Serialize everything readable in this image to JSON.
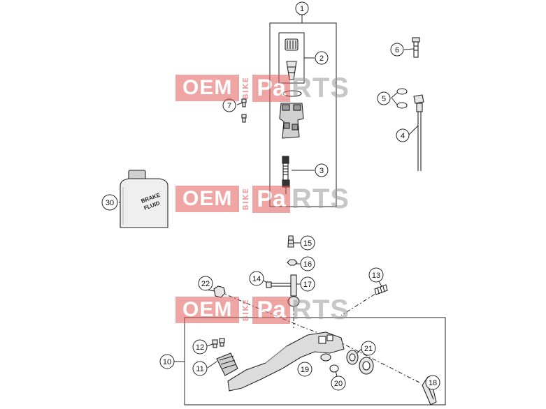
{
  "callouts": [
    {
      "id": "c1",
      "label": "1"
    },
    {
      "id": "c2",
      "label": "2"
    },
    {
      "id": "c3",
      "label": "3"
    },
    {
      "id": "c4",
      "label": "4"
    },
    {
      "id": "c5",
      "label": "5"
    },
    {
      "id": "c6",
      "label": "6"
    },
    {
      "id": "c7",
      "label": "7"
    },
    {
      "id": "c10",
      "label": "10"
    },
    {
      "id": "c11",
      "label": "11"
    },
    {
      "id": "c12",
      "label": "12"
    },
    {
      "id": "c13",
      "label": "13"
    },
    {
      "id": "c14",
      "label": "14"
    },
    {
      "id": "c15",
      "label": "15"
    },
    {
      "id": "c16",
      "label": "16"
    },
    {
      "id": "c17",
      "label": "17"
    },
    {
      "id": "c18",
      "label": "18"
    },
    {
      "id": "c19",
      "label": "19"
    },
    {
      "id": "c20",
      "label": "20"
    },
    {
      "id": "c21",
      "label": "21"
    },
    {
      "id": "c22",
      "label": "22"
    },
    {
      "id": "c30",
      "label": "30"
    }
  ],
  "brake_fluid_label": {
    "line1": "BRAKE",
    "line2": "FLUID"
  },
  "watermark": {
    "oem": "OEM",
    "bike": "BIKE",
    "pa": "Pa",
    "rts": "RTS"
  },
  "colors": {
    "watermark_red": "#e25c58",
    "watermark_gray": "#9a9a9a",
    "line": "#222222"
  }
}
